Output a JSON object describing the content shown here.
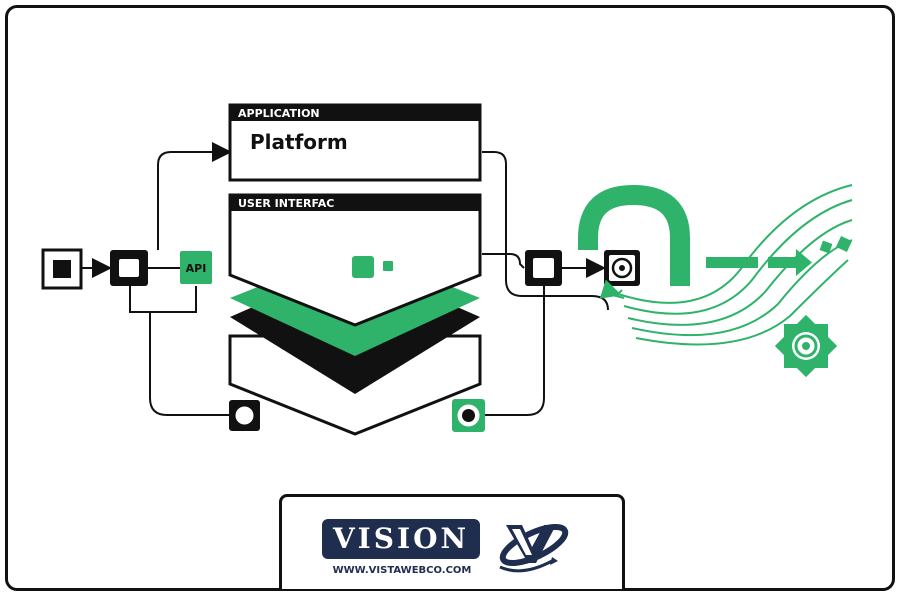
{
  "diagram": {
    "application_header": "APPLICATION",
    "application_title": "Platform",
    "ui_header": "USER INTERFAC",
    "api_label": "API"
  },
  "logo": {
    "wordmark": "VISION",
    "url": "WWW.VISTAWEBCO.COM"
  },
  "colors": {
    "accent": "#2fb36a",
    "ink": "#111111",
    "brand_navy": "#1f2d4e"
  }
}
